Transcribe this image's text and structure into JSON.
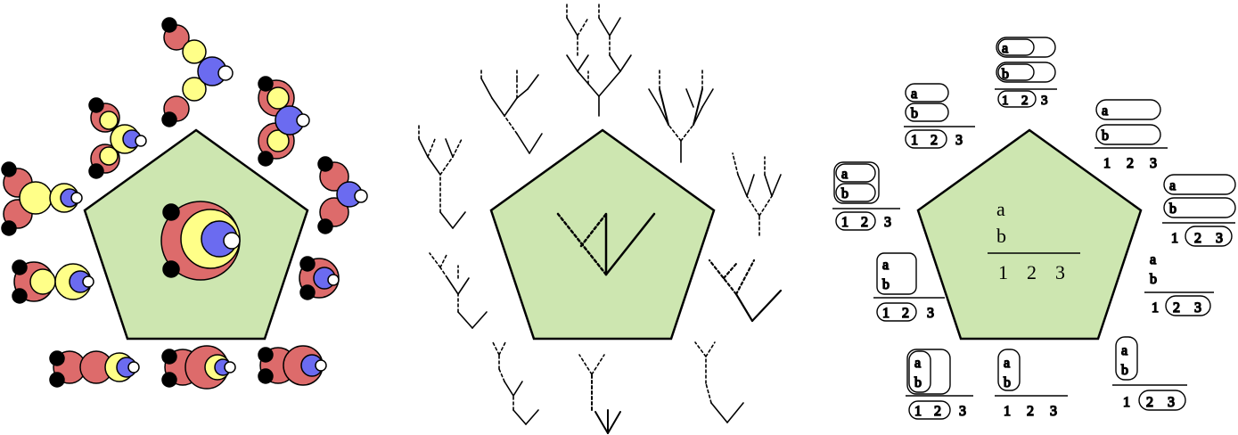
{
  "colors": {
    "pentagon_fill": "#cde6b0",
    "red": "#dd6b6b",
    "yellow": "#ffff88",
    "blue": "#6b6bf0",
    "white": "#ffffff",
    "black": "#000000"
  },
  "labels": {
    "var_a": "a",
    "var_b": "b",
    "n1": "1",
    "n2": "2",
    "n3": "3"
  }
}
